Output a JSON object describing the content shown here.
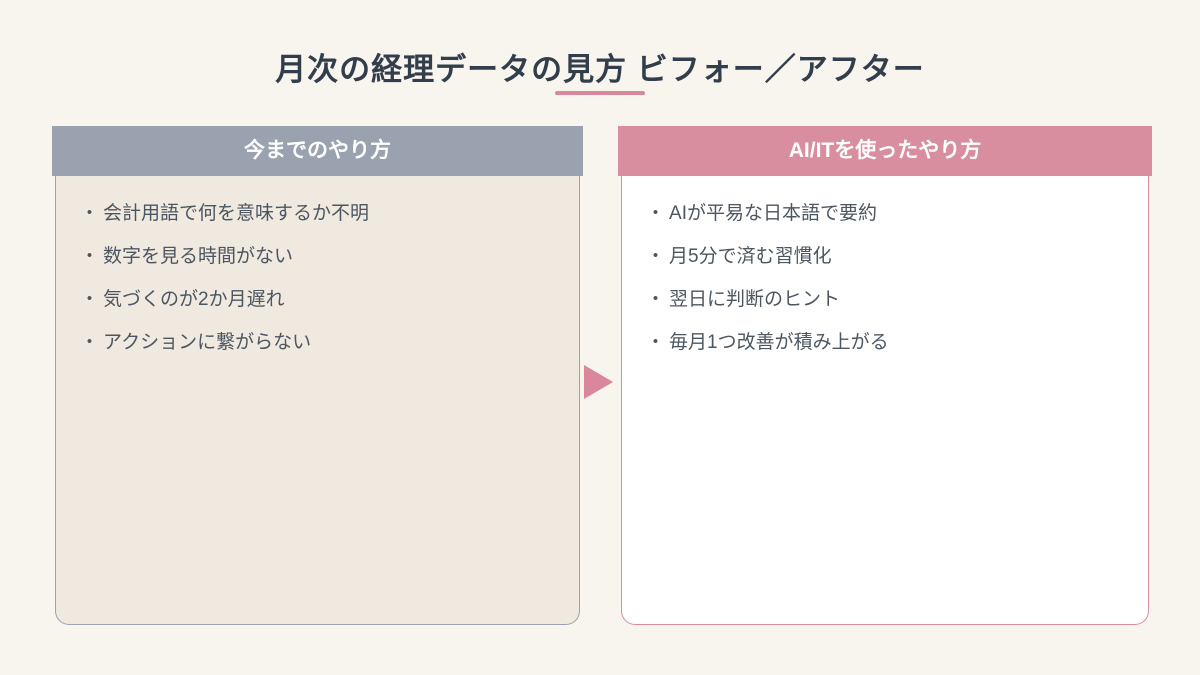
{
  "title": {
    "text": "月次の経理データの見方 ビフォー／アフター"
  },
  "bullet_char": "・",
  "colors": {
    "background": "#f8f4ee",
    "accent_pink": "#d9879b",
    "header_gray": "#9aa2b0",
    "header_pink": "#d98e9f",
    "left_body": "#f0e9e0",
    "right_body": "#ffffff",
    "title_text": "#333e4c",
    "body_text": "#4c5661"
  },
  "arrow": {
    "icon": "triangle-right-icon",
    "color": "#d9879b"
  },
  "panels": {
    "before": {
      "header": "今までのやり方",
      "items": [
        "会計用語で何を意味するか不明",
        "数字を見る時間がない",
        "気づくのが2か月遅れ",
        "アクションに繋がらない"
      ]
    },
    "after": {
      "header": "AI/ITを使ったやり方",
      "items": [
        "AIが平易な日本語で要約",
        "月5分で済む習慣化",
        "翌日に判断のヒント",
        "毎月1つ改善が積み上がる"
      ]
    }
  }
}
